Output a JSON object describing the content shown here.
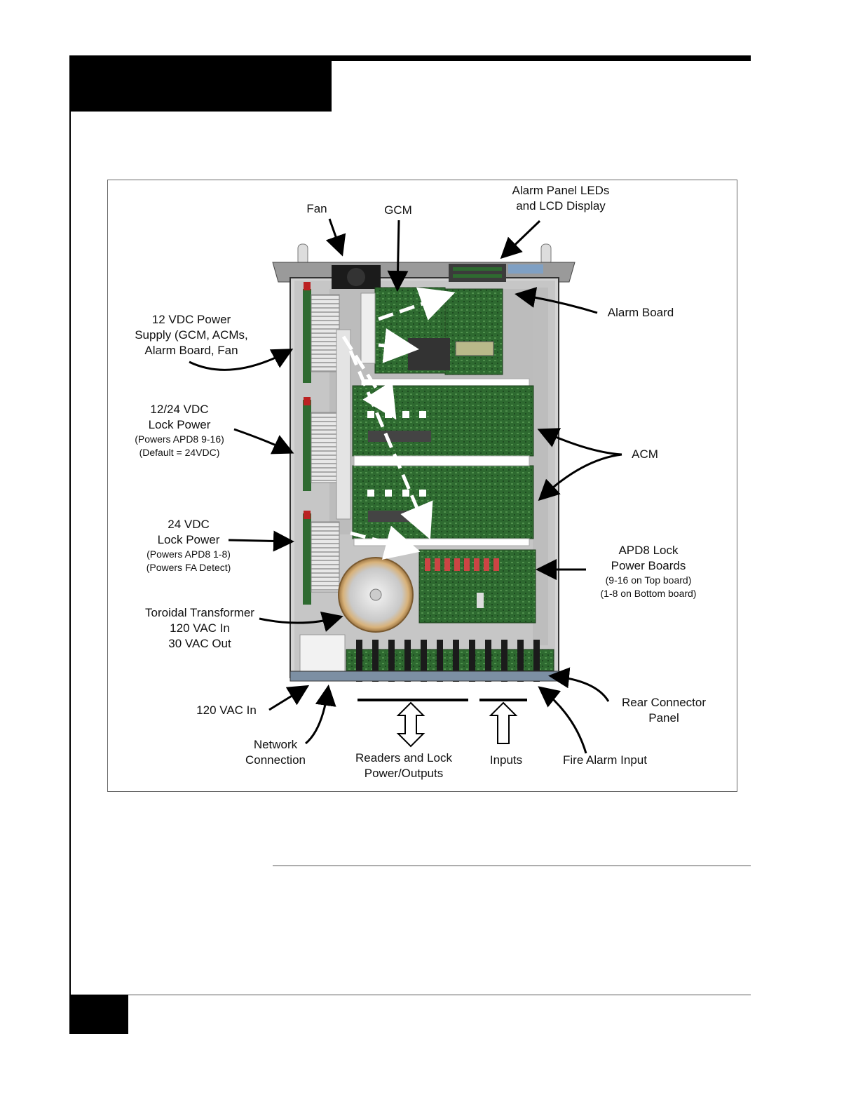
{
  "colors": {
    "page_rule": "#000000",
    "board_green": "#2f6b2f",
    "chassis_gray": "#d6d6d6",
    "frame_border": "#555555"
  },
  "labels": {
    "fan": "Fan",
    "gcm": "GCM",
    "alarm_leds_1": "Alarm Panel LEDs",
    "alarm_leds_2": "and LCD Display",
    "alarm_board": "Alarm Board",
    "psu12_1": "12 VDC Power",
    "psu12_2": "Supply (GCM, ACMs,",
    "psu12_3": "Alarm Board, Fan",
    "lock1224_1": "12/24 VDC",
    "lock1224_2": "Lock Power",
    "lock1224_3": "(Powers APD8 9-16)",
    "lock1224_4": "(Default = 24VDC)",
    "acm": "ACM",
    "lock24_1": "24 VDC",
    "lock24_2": "Lock Power",
    "lock24_3": "(Powers APD8 1-8)",
    "lock24_4": "(Powers FA Detect)",
    "apd8_1": "APD8 Lock",
    "apd8_2": "Power Boards",
    "apd8_3": "(9-16 on Top board)",
    "apd8_4": "(1-8 on Bottom board)",
    "toroid_1": "Toroidal Transformer",
    "toroid_2": "120 VAC In",
    "toroid_3": "30 VAC Out",
    "vac_in": "120 VAC In",
    "network_1": "Network",
    "network_2": "Connection",
    "readers_1": "Readers and Lock",
    "readers_2": "Power/Outputs",
    "inputs": "Inputs",
    "fire_alarm": "Fire Alarm Input",
    "rear_panel_1": "Rear Connector",
    "rear_panel_2": "Panel"
  }
}
